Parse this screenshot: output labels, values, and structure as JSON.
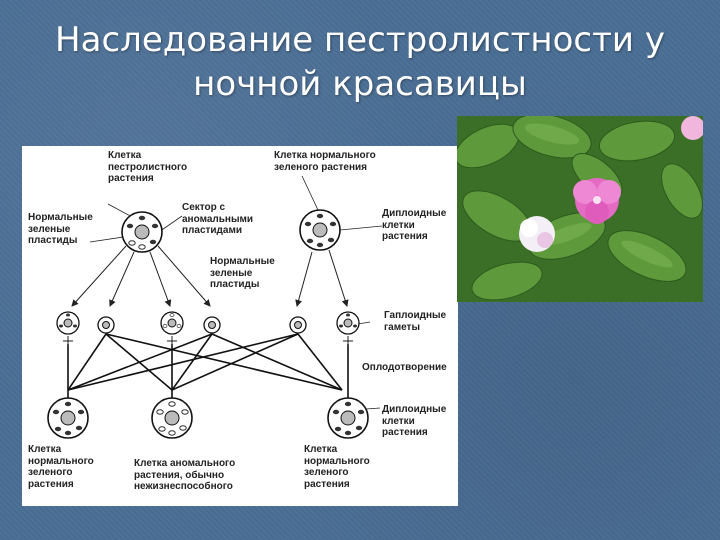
{
  "slide": {
    "title_line1": "Наследование пестролистности у",
    "title_line2": "ночной красавицы"
  },
  "diagram": {
    "labels": {
      "variegated_cell": "Клетка пестролистного растения",
      "normal_cell_top": "Клетка нормального зеленого растения",
      "normal_plastids_left": "Нормальные зеленые пластиды",
      "sector": "Сектор с аномальными пластидами",
      "normal_plastids_mid": "Нормальные зеленые пластиды",
      "diploid_top": "Диплоидные клетки растения",
      "haploid": "Гаплоидные гаметы",
      "fertilization": "Оплодотворение",
      "diploid_bottom": "Диплоидные клетки растения",
      "normal_cell_bottom_left": "Клетка нормального зеленого растения",
      "abnormal_cell": "Клетка аномального растения, обычно нежизнеспособного",
      "normal_cell_bottom_right": "Клетка нормального зеленого растения"
    }
  },
  "colors": {
    "background": "#4a6e94",
    "title_text": "#ffffff",
    "diagram_bg": "#ffffff",
    "leaf_green": "#3e7a2c",
    "flower_pink": "#e46ac4"
  }
}
